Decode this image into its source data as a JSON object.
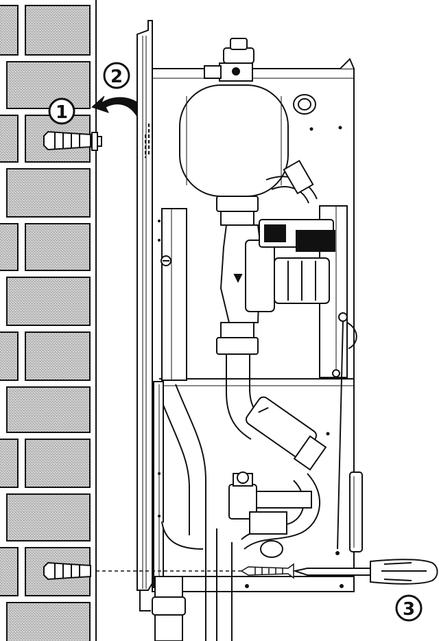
{
  "steps": {
    "step1": "1",
    "step2": "2",
    "step3": "3"
  }
}
